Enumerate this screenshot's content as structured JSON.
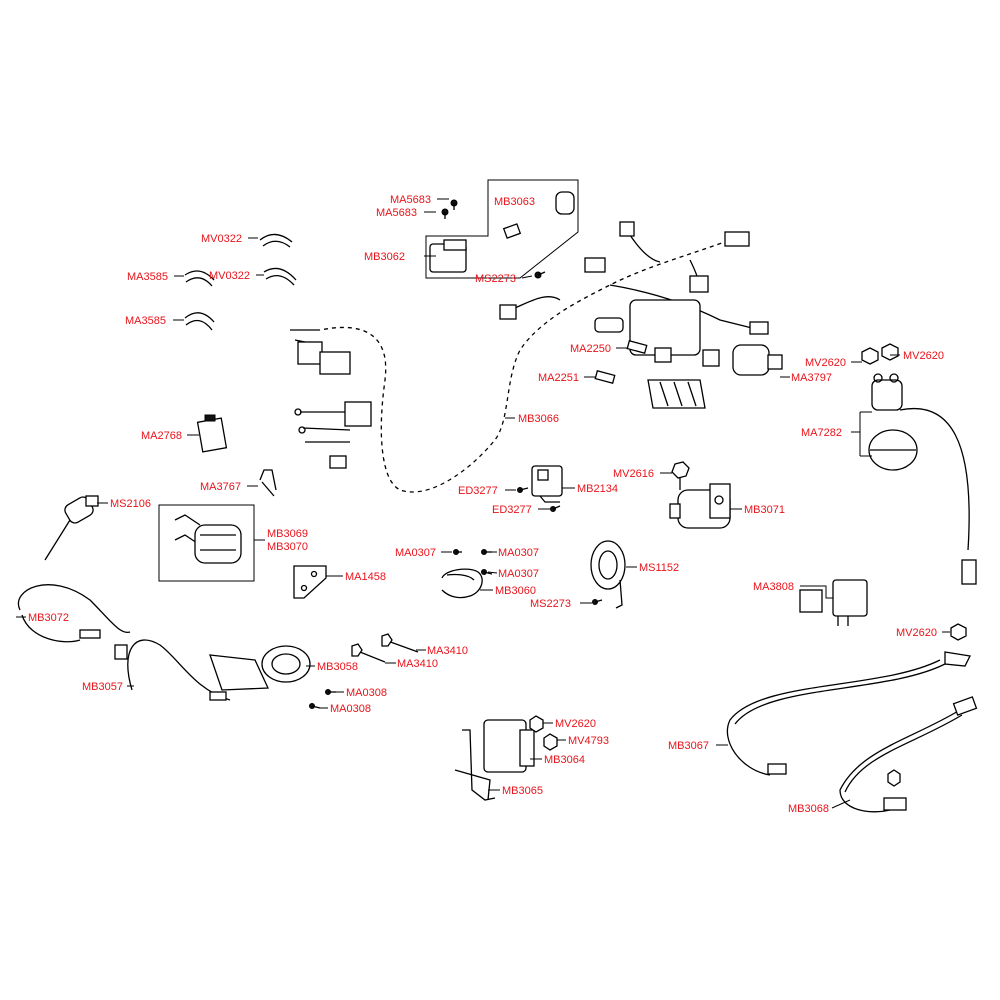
{
  "diagram": {
    "label_color": "#e8141b",
    "line_color": "#000000",
    "parts": [
      {
        "id": "p1",
        "code": "MA5683"
      },
      {
        "id": "p2",
        "code": "MA5683"
      },
      {
        "id": "p3",
        "code": "MB3063"
      },
      {
        "id": "p4",
        "code": "MB3062"
      },
      {
        "id": "p5",
        "code": "MS2273"
      },
      {
        "id": "p6",
        "code": "MV0322"
      },
      {
        "id": "p7",
        "code": "MA3585"
      },
      {
        "id": "p8",
        "code": "MV0322"
      },
      {
        "id": "p9",
        "code": "MA3585"
      },
      {
        "id": "p10",
        "code": "MA2250"
      },
      {
        "id": "p11",
        "code": "MA2251"
      },
      {
        "id": "p12",
        "code": "MA3797"
      },
      {
        "id": "p13",
        "code": "MV2620"
      },
      {
        "id": "p14",
        "code": "MV2620"
      },
      {
        "id": "p15",
        "code": "MB3066"
      },
      {
        "id": "p16",
        "code": "MA2768"
      },
      {
        "id": "p17",
        "code": "MA7282"
      },
      {
        "id": "p18",
        "code": "MV2616"
      },
      {
        "id": "p19",
        "code": "MA3767"
      },
      {
        "id": "p20",
        "code": "ED3277"
      },
      {
        "id": "p21",
        "code": "MB2134"
      },
      {
        "id": "p22",
        "code": "ED3277"
      },
      {
        "id": "p23",
        "code": "MS2106"
      },
      {
        "id": "p24",
        "code": "MB3071"
      },
      {
        "id": "p25",
        "code": "MB3069"
      },
      {
        "id": "p26",
        "code": "MB3070"
      },
      {
        "id": "p27",
        "code": "MA0307"
      },
      {
        "id": "p28",
        "code": "MA0307"
      },
      {
        "id": "p29",
        "code": "MA0307"
      },
      {
        "id": "p30",
        "code": "MS1152"
      },
      {
        "id": "p31",
        "code": "MA1458"
      },
      {
        "id": "p32",
        "code": "MB3060"
      },
      {
        "id": "p33",
        "code": "MA3808"
      },
      {
        "id": "p34",
        "code": "MS2273"
      },
      {
        "id": "p35",
        "code": "MB3072"
      },
      {
        "id": "p36",
        "code": "MV2620"
      },
      {
        "id": "p37",
        "code": "MA3410"
      },
      {
        "id": "p38",
        "code": "MA3410"
      },
      {
        "id": "p39",
        "code": "MB3058"
      },
      {
        "id": "p40",
        "code": "MB3057"
      },
      {
        "id": "p41",
        "code": "MA0308"
      },
      {
        "id": "p42",
        "code": "MA0308"
      },
      {
        "id": "p43",
        "code": "MV2620"
      },
      {
        "id": "p44",
        "code": "MV4793"
      },
      {
        "id": "p45",
        "code": "MB3067"
      },
      {
        "id": "p46",
        "code": "MB3064"
      },
      {
        "id": "p47",
        "code": "MB3065"
      },
      {
        "id": "p48",
        "code": "MB3068"
      }
    ]
  }
}
